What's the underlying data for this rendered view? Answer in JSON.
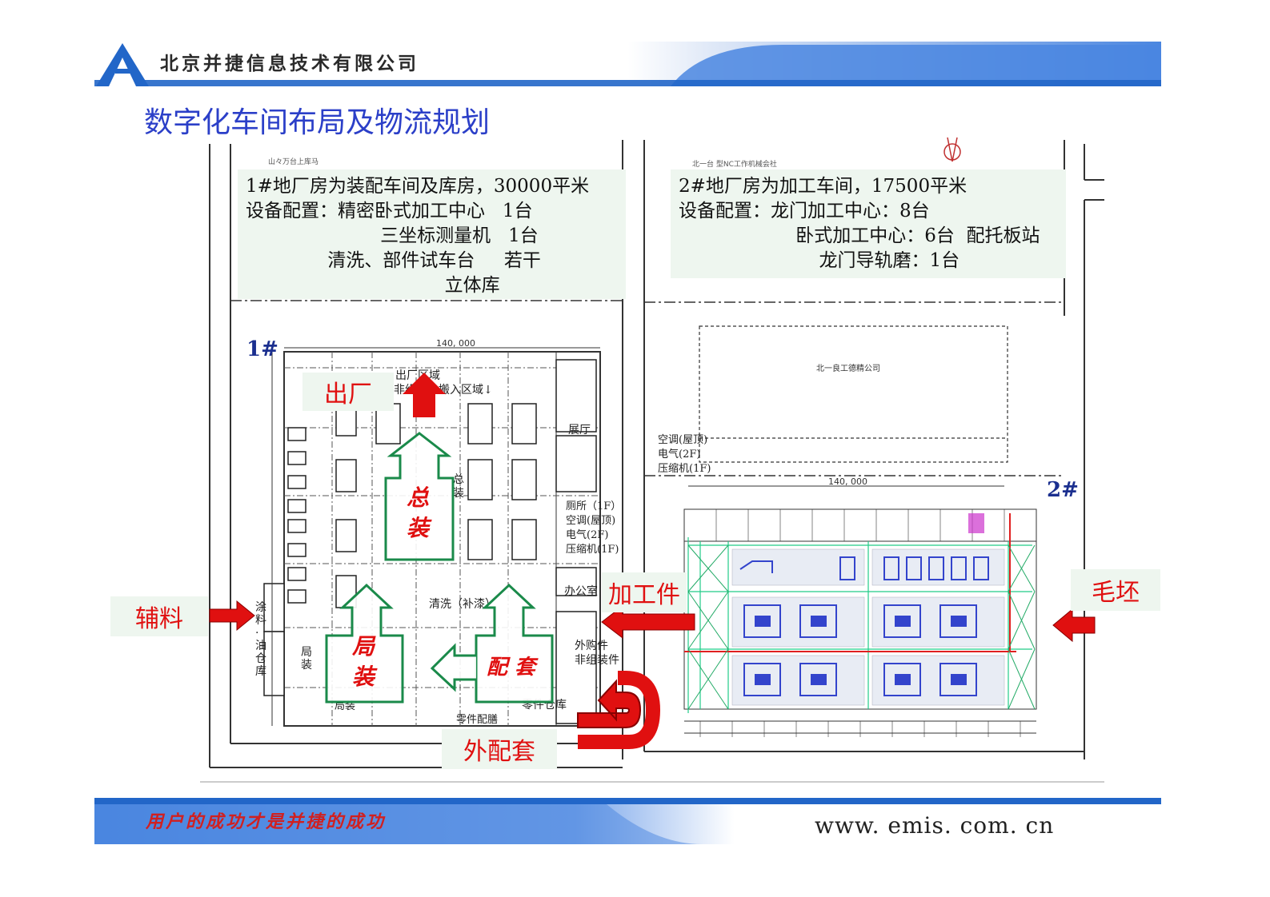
{
  "header": {
    "company": "北京并捷信息技术有限公司",
    "logo_color": "#2266c8",
    "band_color": "#4a86e0"
  },
  "title": "数字化车间布局及物流规划",
  "plant1": {
    "label": "1#",
    "info": [
      "1#地厂房为装配车间及库房，30000平米",
      "设备配置：精密卧式加工中心   1台",
      "                       三坐标测量机   1台",
      "              清洗、部件试车台     若干",
      "                                  立体库"
    ],
    "dimension": "140, 000",
    "areas": {
      "exit_zone": "出厂区域",
      "non_assembly": "非组装件搬入区域↓",
      "exhibition": "展厅",
      "final_assembly": "总\n装",
      "toilet": "厕所（1F）",
      "ac_roof": "空调(屋顶)",
      "electric": "电气(2F)",
      "compressor": "压缩机(1F)",
      "office": "办公室",
      "cleaning": "清洗（补漆）",
      "coating": "涂\n料\n·\n油\n仓\n库",
      "partial_assembly": "局\n装",
      "partial_bottom": "局装",
      "purchased": "外购件",
      "non_assembled": "非组装件",
      "parts_warehouse": "零件仓库",
      "parts_kitting": "零件配膳"
    }
  },
  "plant2": {
    "label": "2#",
    "info": [
      "2#地厂房为加工车间，17500平米",
      "设备配置：龙门加工中心：8台",
      "                    卧式加工中心：6台  配托板站",
      "                        龙门导轨磨：1台"
    ],
    "dimension": "140, 000",
    "areas": {
      "ac_roof": "空调(屋顶)",
      "electric": "电气(2F)",
      "compressor": "压缩机(1F)"
    }
  },
  "flow_labels": {
    "exit": "出厂",
    "final": "总\n装",
    "partial": "局\n装",
    "kitting": "配 套",
    "auxiliary": "辅料",
    "machined_parts": "加工件",
    "blank": "毛坯",
    "outsourced": "外配套"
  },
  "colors": {
    "arrow_red": "#e01010",
    "arrow_outline_green": "#1a8a4a",
    "tag_bg": "#eef6ef",
    "machine_blue": "#3344cc",
    "pipe_green": "#22cc88"
  },
  "footer": {
    "slogan": "用户的成功才是并捷的成功",
    "website": "www. emis. com. cn"
  }
}
